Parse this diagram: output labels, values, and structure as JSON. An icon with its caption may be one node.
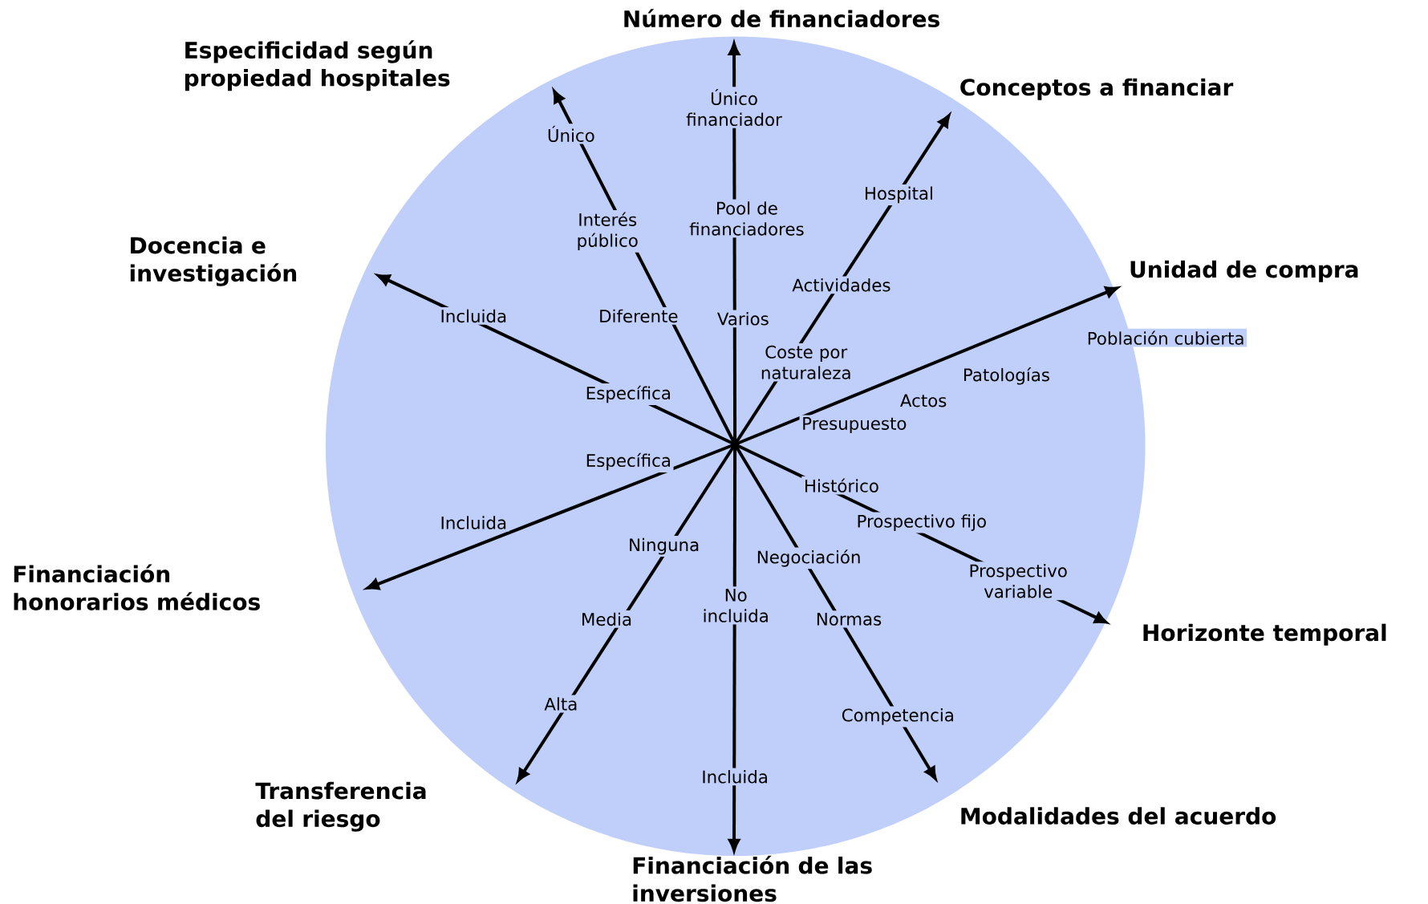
{
  "diagram": {
    "nodes": [
      {
        "text": [
          "Número de financiadores"
        ]
      },
      {
        "text": [
          "Especificidad según propiedad hospitales"
        ]
      },
      {
        "text": [
          "Conceptos a financiar"
        ]
      },
      {
        "text": [
          "Docencia e investigación"
        ]
      },
      {
        "text": [
          "Unidad de compra"
        ]
      },
      {
        "text": [
          "Financiación honorarios médicos"
        ]
      },
      {
        "text": [
          "Horizonte temporal"
        ]
      },
      {
        "text": [
          "Transferencia del riesgo"
        ]
      },
      {
        "text": [
          "Modalidades del acuerdo"
        ]
      },
      {
        "text": [
          "Financiación de las inversiones"
        ]
      }
    ],
    "edges": [
      {
        "from": null,
        "to": 0,
        "arrow": "to"
      },
      {
        "from": null,
        "to": 1,
        "arrow": "to"
      },
      {
        "from": null,
        "to": 2,
        "arrow": "to"
      },
      {
        "from": null,
        "to": 3,
        "arrow": "to"
      },
      {
        "from": null,
        "to": 4,
        "arrow": "to"
      },
      {
        "from": null,
        "to": 5,
        "arrow": "to"
      },
      {
        "from": null,
        "to": 6,
        "arrow": "to"
      },
      {
        "from": null,
        "to": 7,
        "arrow": "to"
      },
      {
        "from": null,
        "to": 8,
        "arrow": "to"
      },
      {
        "from": null,
        "to": 9,
        "arrow": "to"
      }
    ],
    "labels": [
      "Único financiador",
      "Único",
      "Hospital",
      "Interés público",
      "Pool de financiadores",
      "Actividades",
      "Incluida",
      "Diferente",
      "Varios",
      "Población cubierta",
      "Coste por naturaleza",
      "Patologías",
      "Específica",
      "Actos",
      "Presupuesto",
      "Específica",
      "Histórico",
      "Incluida",
      "Prospectivo fijo",
      "Ninguna",
      "Negociación",
      "Prospectivo variable",
      "No incluida",
      "Media",
      "Normas",
      "Alta",
      "Competencia",
      "Incluida"
    ]
  }
}
